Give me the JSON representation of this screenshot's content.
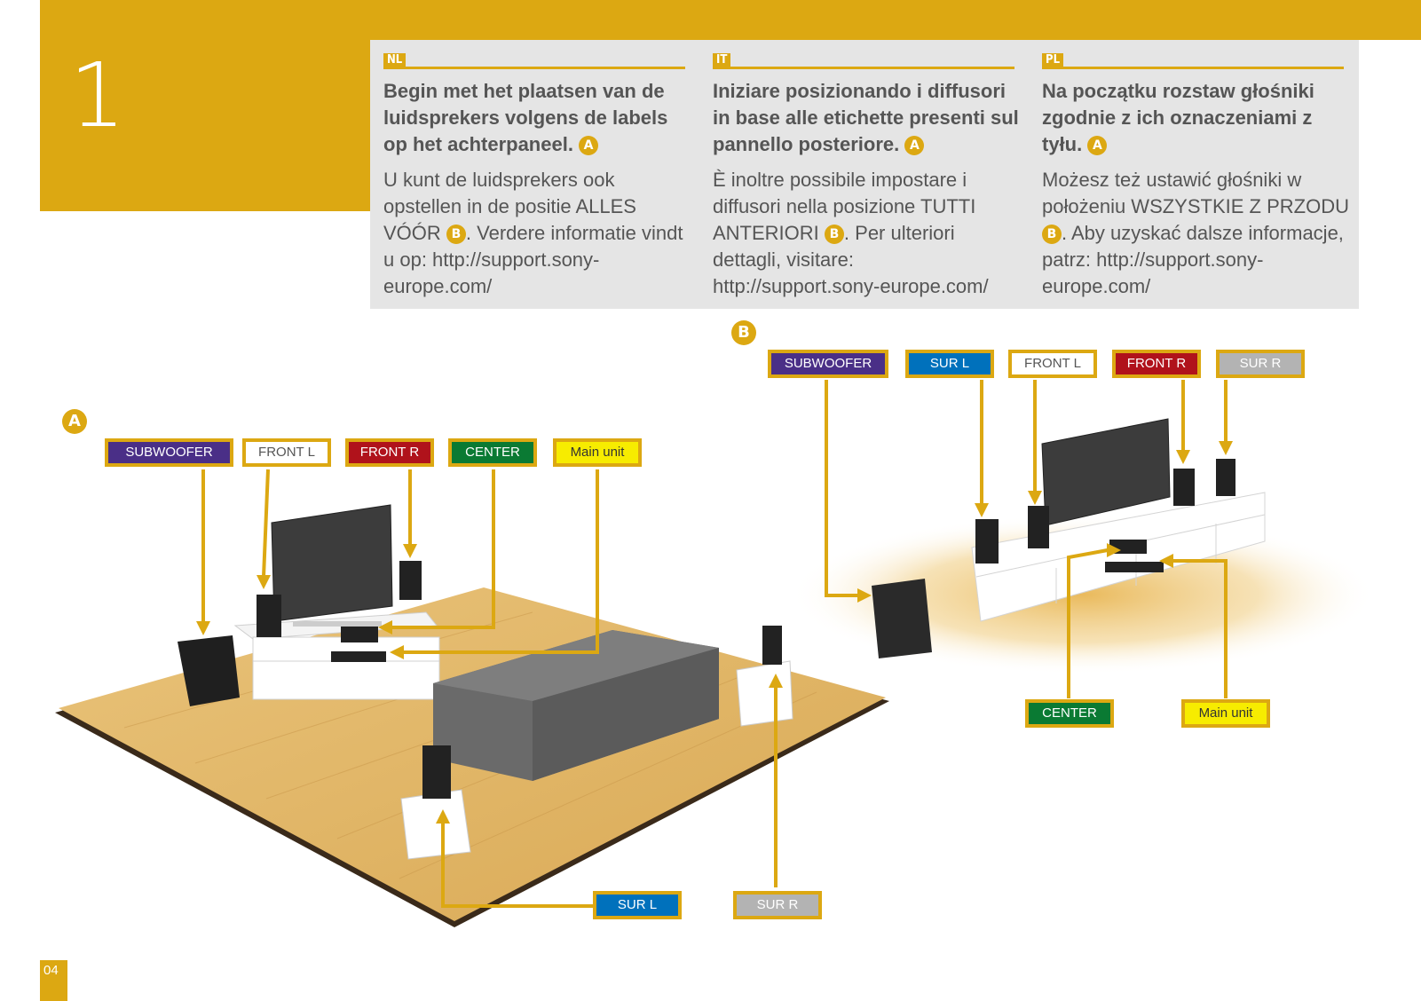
{
  "step": {
    "number": "1"
  },
  "columns": [
    {
      "lang": "NL",
      "bold": "Begin met het plaatsen van de luidsprekers volgens de labels op het achterpaneel.",
      "bold_badge": "A",
      "plain_a": "U kunt de luidsprekers ook opstellen in de positie ALLES VÓÓR",
      "plain_badge": "B",
      "plain_b": ". Verdere informatie vindt u op: http://support.sony-europe.com/"
    },
    {
      "lang": "IT",
      "bold": "Iniziare posizionando i diffusori in base alle etichette presenti sul pannello posteriore.",
      "bold_badge": "A",
      "plain_a": "È inoltre possibile impostare i diffusori nella posizione TUTTI ANTERIORI",
      "plain_badge": "B",
      "plain_b": ". Per ulteriori dettagli, visitare: http://support.sony-europe.com/"
    },
    {
      "lang": "PL",
      "bold": "Na początku rozstaw głośniki zgodnie z ich oznaczeniami z tyłu.",
      "bold_badge": "A",
      "plain_a": "Możesz też ustawić głośniki w położeniu WSZYSTKIE Z PRZODU",
      "plain_badge": "B",
      "plain_b": ". Aby uzyskać dalsze informacje, patrz: http://support.sony-europe.com/"
    }
  ],
  "diagram_a": {
    "marker": "A",
    "labels": {
      "subwoofer": "SUBWOOFER",
      "front_l": "FRONT L",
      "front_r": "FRONT R",
      "center": "CENTER",
      "main_unit": "Main unit",
      "sur_l": "SUR L",
      "sur_r": "SUR R"
    }
  },
  "diagram_b": {
    "marker": "B",
    "labels": {
      "subwoofer": "SUBWOOFER",
      "sur_l": "SUR L",
      "front_l": "FRONT L",
      "front_r": "FRONT R",
      "sur_r": "SUR R",
      "center": "CENTER",
      "main_unit": "Main unit"
    }
  },
  "colors": {
    "accent": "#dca812",
    "subwoofer": "#4a2f87",
    "front_l": "#ffffff",
    "front_r": "#b0121b",
    "center": "#0a7a33",
    "main_unit": "#f7ec00",
    "sur_l": "#0071bc",
    "sur_r": "#b3b3b3"
  },
  "page": {
    "number": "04"
  }
}
